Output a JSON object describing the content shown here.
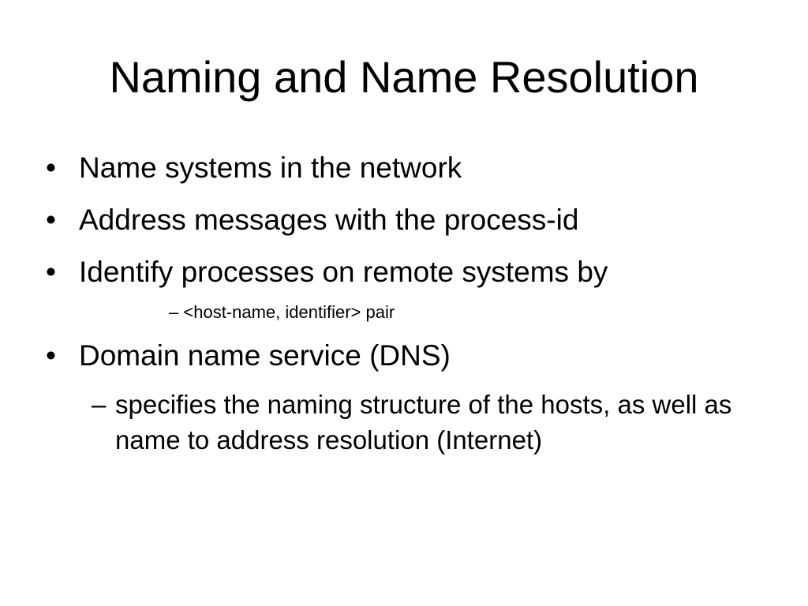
{
  "slide": {
    "title": "Naming and Name Resolution",
    "bullets": [
      {
        "marker": "•",
        "text": "Name systems in the network"
      },
      {
        "marker": "•",
        "text": "Address messages with the process-id"
      },
      {
        "marker": "•",
        "text": "Identify processes on remote systems by"
      },
      {
        "marker": "•",
        "text": "Domain name service (DNS)"
      }
    ],
    "sub_bullets": [
      {
        "marker": "–",
        "text": "<host-name, identifier> pair"
      },
      {
        "marker": "–",
        "text": "specifies the naming structure of the hosts, as well as name to address resolution (Internet)"
      }
    ]
  }
}
